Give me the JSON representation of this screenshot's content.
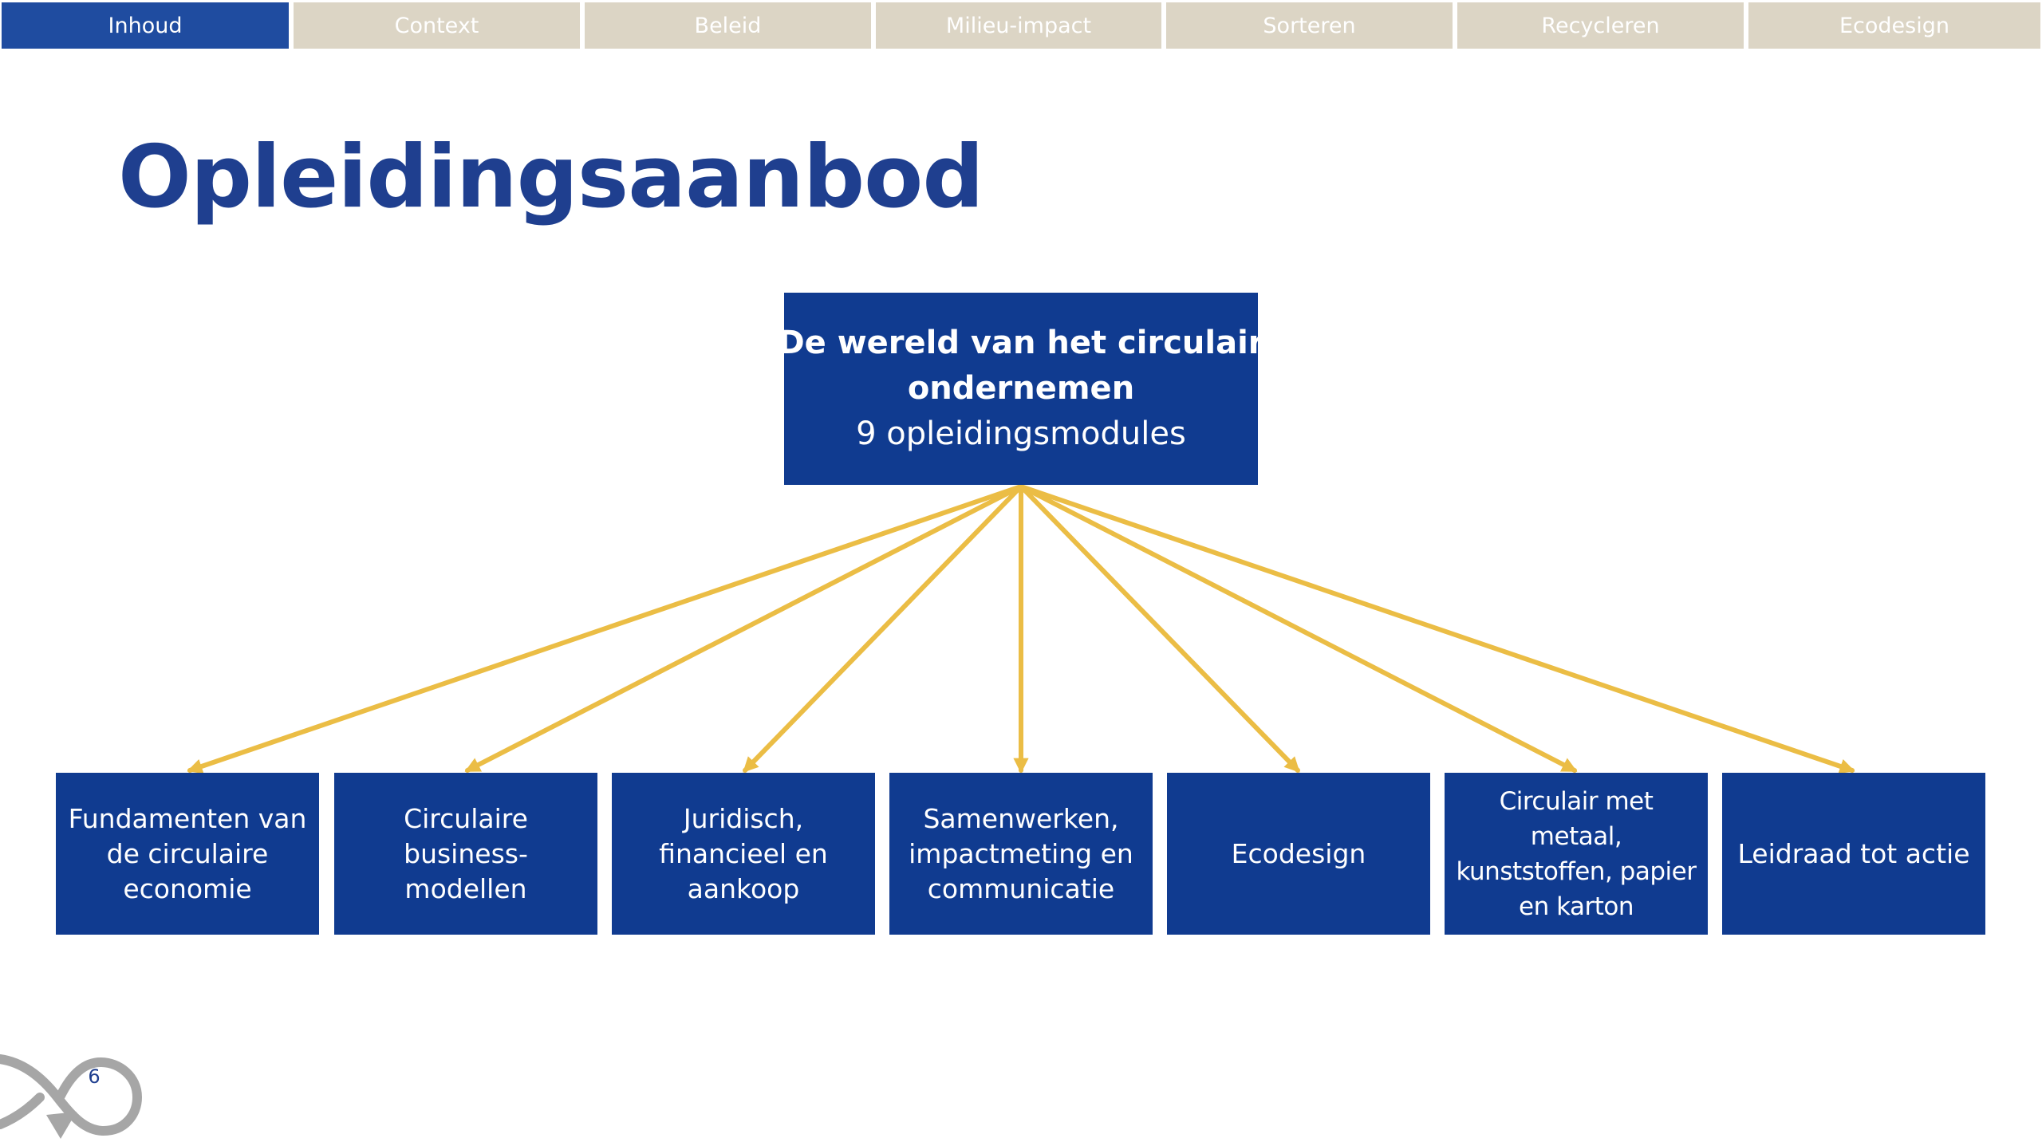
{
  "nav": {
    "tabs": [
      {
        "label": "Inhoud",
        "active": true
      },
      {
        "label": "Context",
        "active": false
      },
      {
        "label": "Beleid",
        "active": false
      },
      {
        "label": "Milieu-impact",
        "active": false
      },
      {
        "label": "Sorteren",
        "active": false
      },
      {
        "label": "Recycleren",
        "active": false
      },
      {
        "label": "Ecodesign",
        "active": false
      }
    ]
  },
  "page": {
    "title": "Opleidingsaanbod",
    "number": "6"
  },
  "diagram": {
    "root": {
      "line1": "De wereld van het circulair",
      "line2": "ondernemen",
      "subtitle": "9 opleidingsmodules"
    },
    "modules": [
      "Fundamenten van\nde circulaire\neconomie",
      "Circulaire\nbusiness-modellen",
      "Juridisch,\nfinancieel en\naankoop",
      "Samenwerken,\nimpactmeting en\ncommunicatie",
      "Ecodesign",
      "Circulair met metaal,\nkunststoffen, papier\nen karton",
      "Leidraad tot actie"
    ]
  },
  "colors": {
    "nav_active": "#1f4ca0",
    "nav_inactive": "#dcd5c5",
    "box": "#103b90",
    "title": "#1f3f8f",
    "arrow": "#ebbd45",
    "logo": "#a6a6a6"
  },
  "icons": {
    "logo": "infinity-arrow-icon",
    "arrowhead": "arrowhead-icon"
  }
}
